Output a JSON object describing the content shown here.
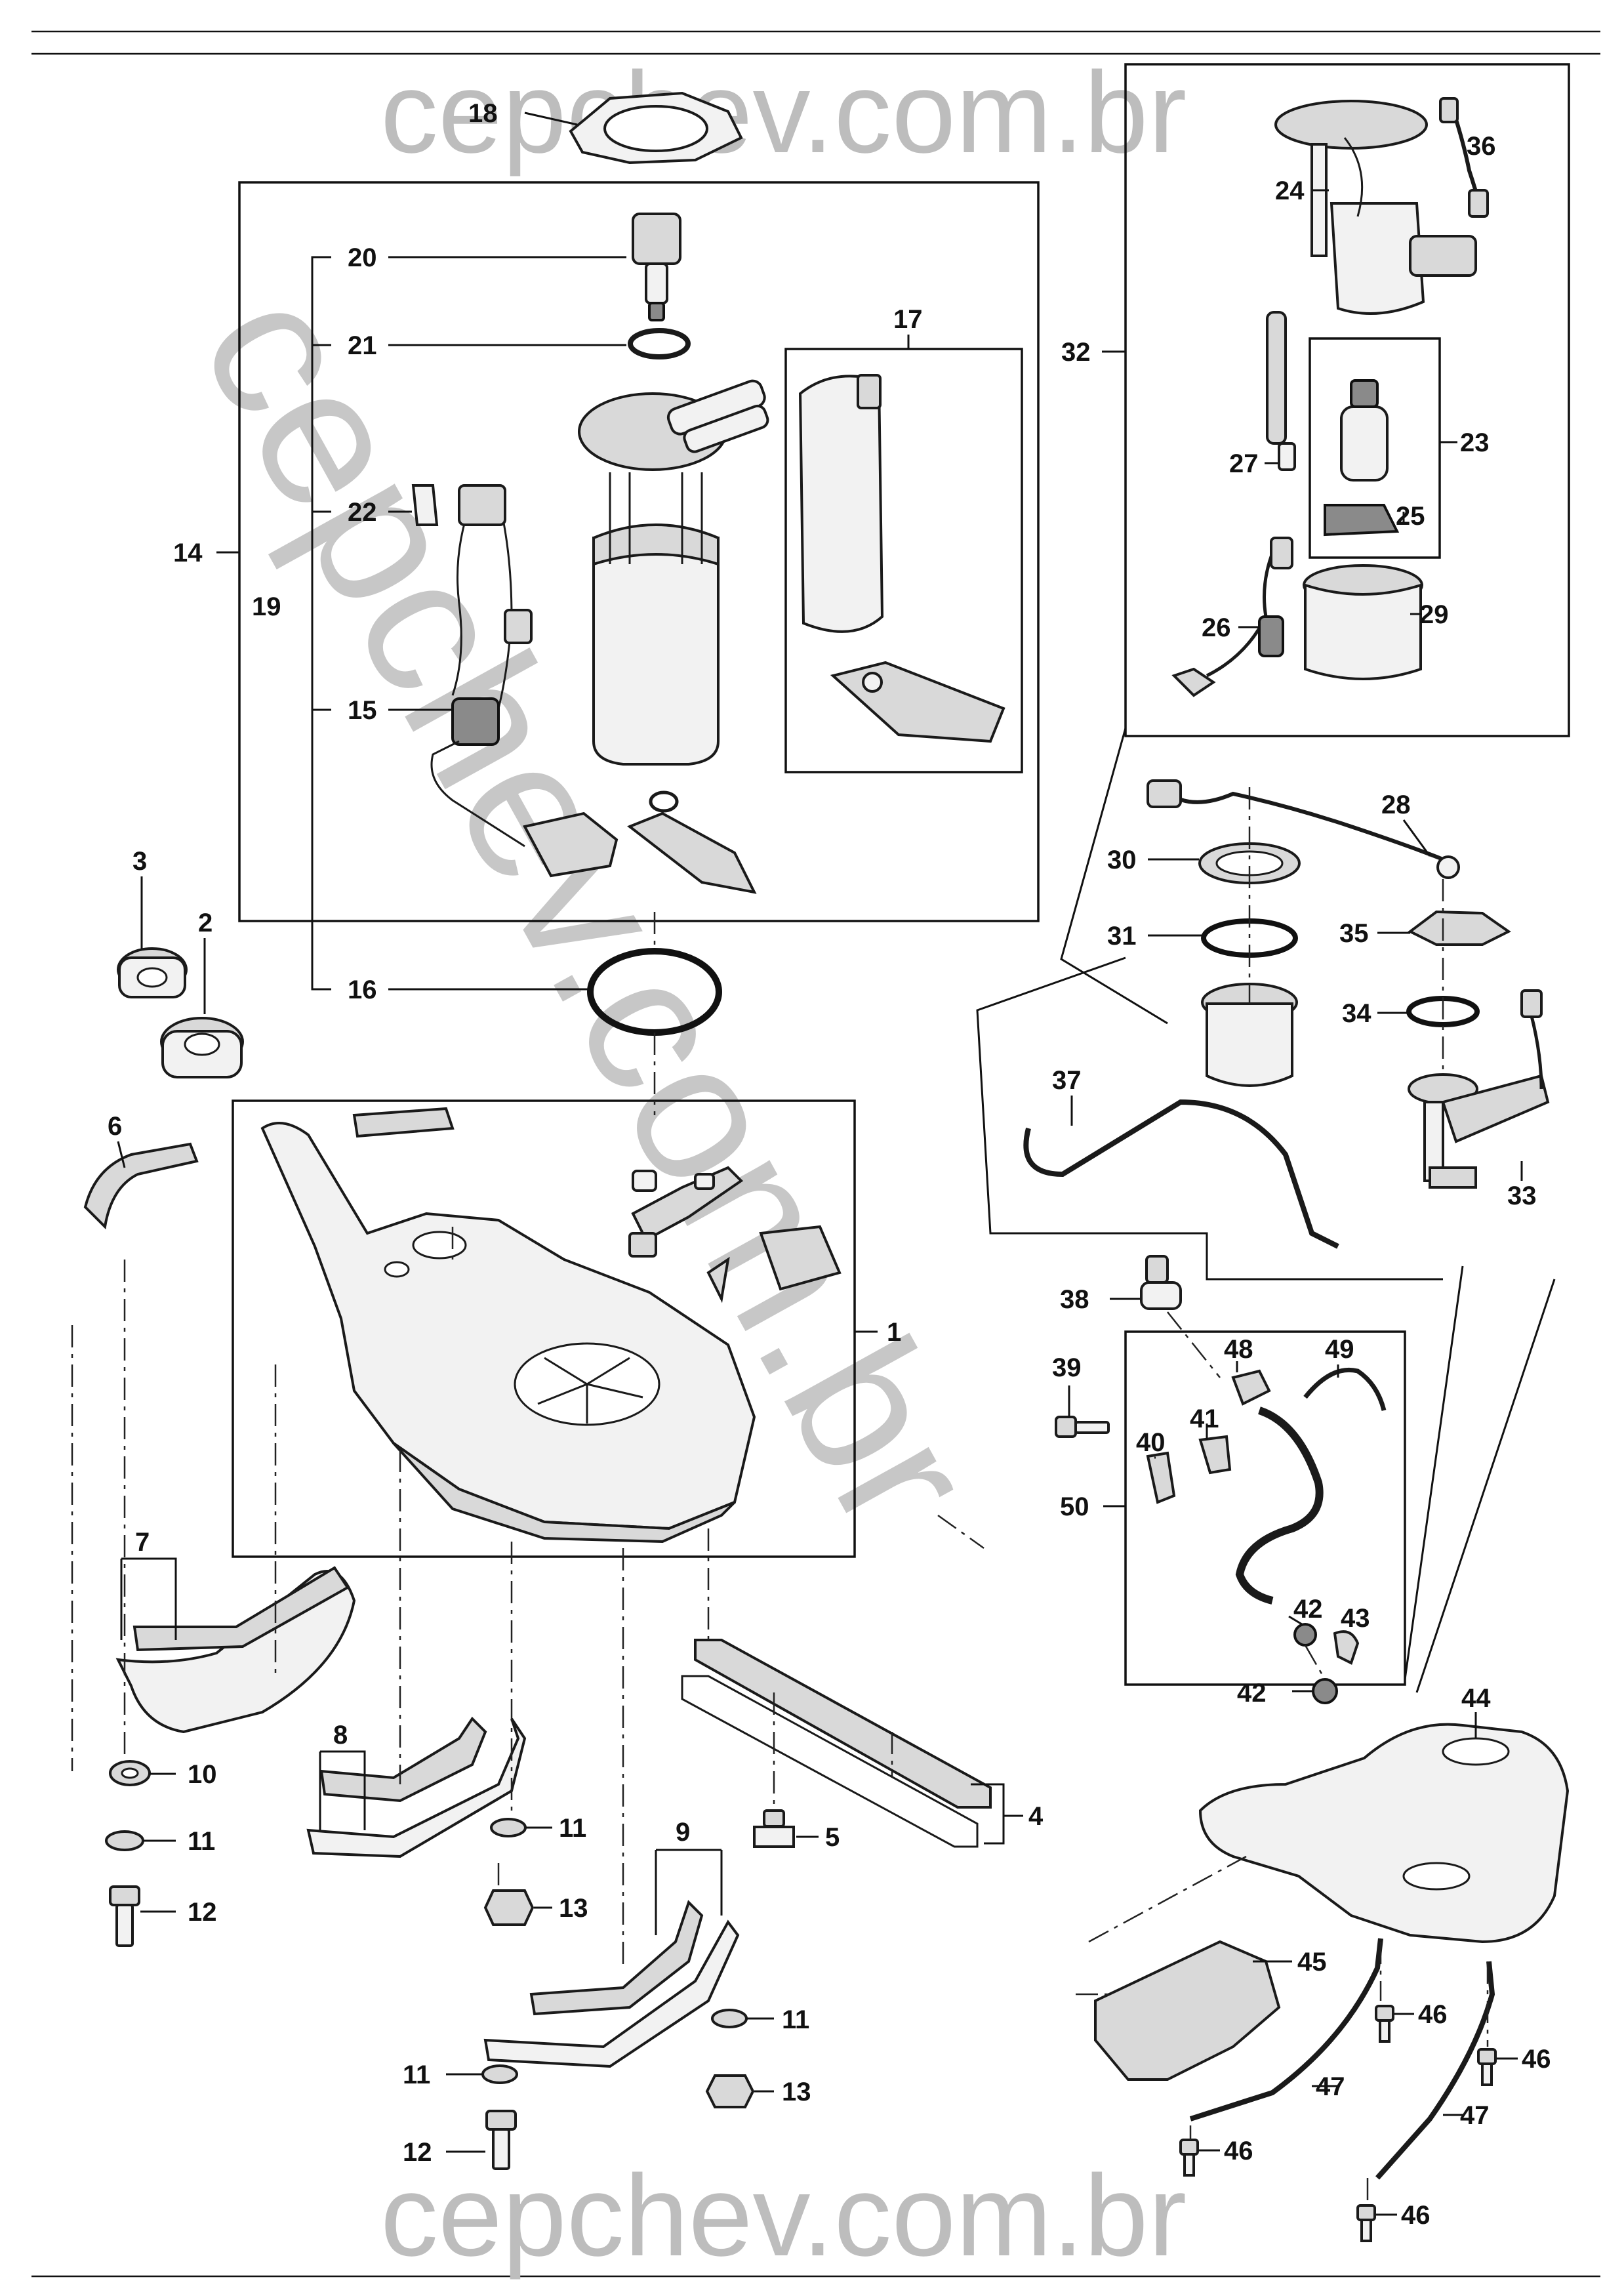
{
  "watermark": {
    "top": "cepchev.com.br",
    "diagonal": "cepchev.com.br",
    "bottom": "cepchev.com.br"
  },
  "callouts": {
    "c1": "1",
    "c2": "2",
    "c3": "3",
    "c4": "4",
    "c5": "5",
    "c6": "6",
    "c7": "7",
    "c8": "8",
    "c9": "9",
    "c10": "10",
    "c11a": "11",
    "c11b": "11",
    "c11c": "11",
    "c11d": "11",
    "c12a": "12",
    "c12b": "12",
    "c13a": "13",
    "c13b": "13",
    "c14": "14",
    "c15": "15",
    "c16": "16",
    "c17": "17",
    "c18": "18",
    "c19": "19",
    "c20": "20",
    "c21": "21",
    "c22": "22",
    "c23": "23",
    "c24": "24",
    "c25": "25",
    "c26": "26",
    "c27": "27",
    "c28": "28",
    "c29": "29",
    "c30": "30",
    "c31": "31",
    "c32": "32",
    "c33": "33",
    "c34": "34",
    "c35": "35",
    "c36": "36",
    "c37": "37",
    "c38": "38",
    "c39": "39",
    "c40": "40",
    "c41": "41",
    "c42a": "42",
    "c42b": "42",
    "c43": "43",
    "c44": "44",
    "c45": "45",
    "c46a": "46",
    "c46b": "46",
    "c46c": "46",
    "c46d": "46",
    "c47a": "47",
    "c47b": "47",
    "c48": "48",
    "c49": "49",
    "c50": "50"
  }
}
